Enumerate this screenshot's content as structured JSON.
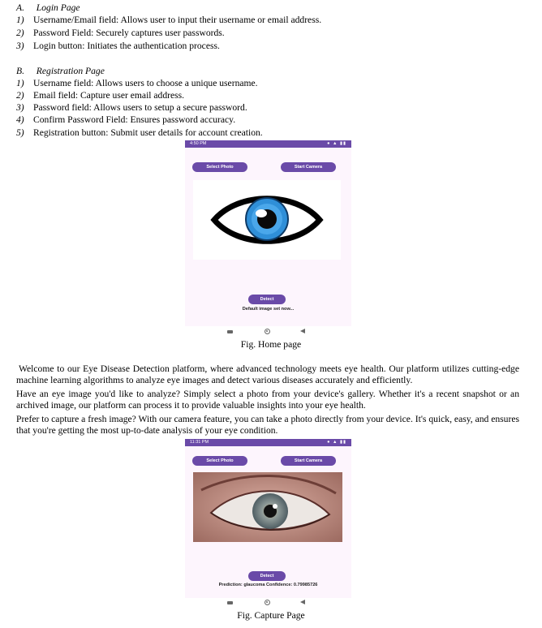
{
  "login_section": {
    "letter": "A.",
    "title": "Login Page",
    "items": [
      {
        "num": "1)",
        "text": "Username/Email field: Allows user to input their username or email address."
      },
      {
        "num": "2)",
        "text": "Password Field: Securely captures user passwords."
      },
      {
        "num": "3)",
        "text": "Login button: Initiates the authentication process."
      }
    ]
  },
  "registration_section": {
    "letter": "B.",
    "title": "Registration Page",
    "items": [
      {
        "num": "1)",
        "text": "Username field: Allows users to choose a unique username."
      },
      {
        "num": "2)",
        "text": "Email field: Capture user email address."
      },
      {
        "num": "3)",
        "text": "Password field: Allows users to setup a secure password."
      },
      {
        "num": "4)",
        "text": "Confirm Password Field: Ensures password accuracy."
      },
      {
        "num": "5)",
        "text": "Registration button: Submit user details for account creation."
      }
    ]
  },
  "home_screenshot": {
    "time": "4:50 PM",
    "select_photo": "Select Photo",
    "start_camera": "Start Camera",
    "detect": "Detect",
    "status": "Default image set now...",
    "caption": "Fig. Home page"
  },
  "paragraphs": [
    "Welcome to our Eye Disease Detection platform, where advanced technology meets eye health. Our platform utilizes cutting-edge machine learning algorithms to analyze eye images and detect various diseases accurately and efficiently.",
    "Have an eye image you'd like to analyze? Simply select a photo from your device's gallery. Whether it's a recent snapshot or an archived image, our platform can process it to provide valuable insights into your eye health.",
    "Prefer to capture a fresh image? With our camera feature, you can take a photo directly from your device. It's quick, easy, and ensures that you're getting the most up-to-date analysis of your eye condition."
  ],
  "capture_screenshot": {
    "time": "11:31 PM",
    "select_photo": "Select Photo",
    "start_camera": "Start Camera",
    "detect": "Detect",
    "status": "Prediction: glaucoma Confidence: 0.79985726",
    "caption": "Fig. Capture Page"
  },
  "colors": {
    "app_bar": "#6a4aa8",
    "app_background": "#fdf5fd",
    "iris_blue": "#2f8fd8"
  }
}
